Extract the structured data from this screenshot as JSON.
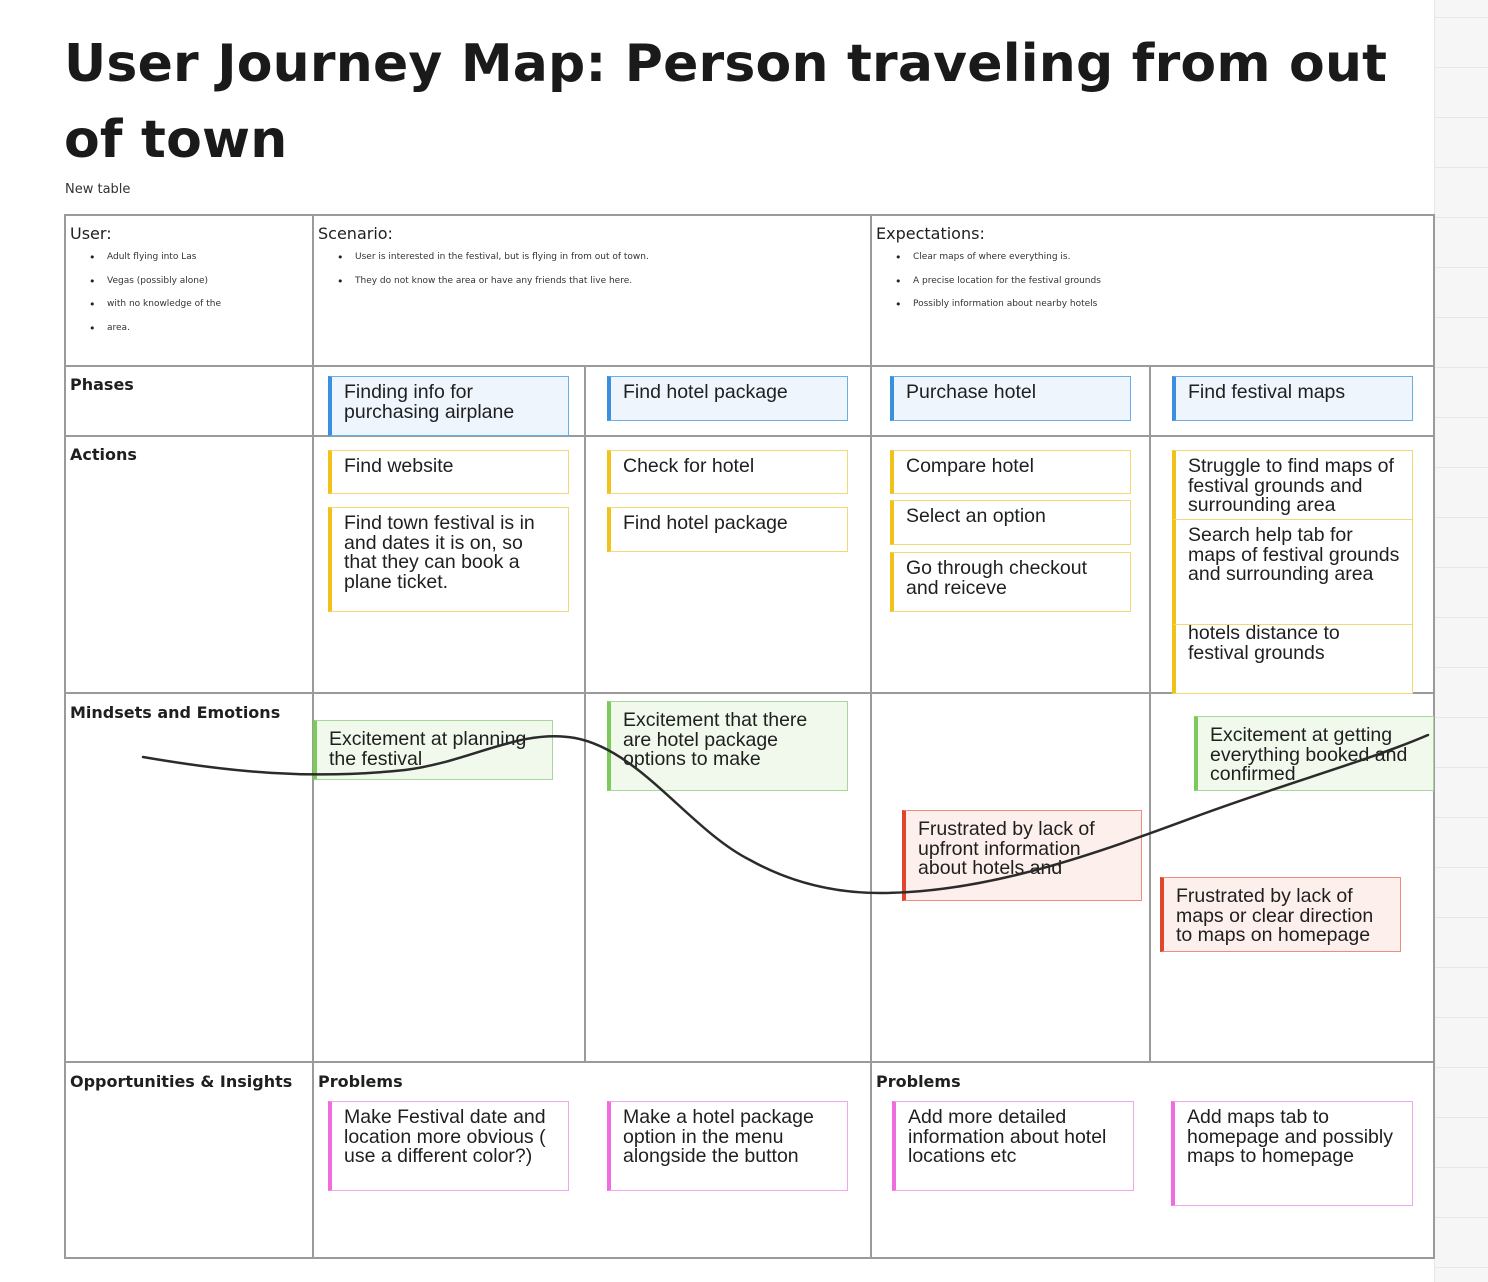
{
  "title": "User Journey Map: Person traveling  from out of town",
  "subtitle": "New table",
  "header": {
    "user": {
      "label": "User:",
      "bullets": [
        "Adult flying into Las",
        "Vegas (possibly alone)",
        "with no knowledge of the",
        "area."
      ]
    },
    "scenario": {
      "label": "Scenario:",
      "bullets": [
        "User is interested in the festival, but is flying in from out of town.",
        "They do not know the area or have any friends that live here."
      ]
    },
    "expectations": {
      "label": "Expectations:",
      "bullets": [
        "Clear maps of where everything is.",
        "A precise location for the festival grounds",
        "Possibly information about nearby hotels"
      ]
    }
  },
  "rows": {
    "phases": "Phases",
    "actions": "Actions",
    "mindsets": "Mindsets and Emotions",
    "opportunities": "Opportunities & Insights"
  },
  "phases": [
    "Finding info for purchasing airplane",
    "Find hotel package",
    "Purchase hotel",
    "Find festival maps"
  ],
  "actions": {
    "col1": [
      "Find website",
      "Find town festival is in and dates it is on, so that they can book a plane ticket."
    ],
    "col2": [
      "Check for hotel",
      "Find hotel package"
    ],
    "col3": [
      "Compare hotel",
      "Select an option",
      "Go through checkout and reiceve"
    ],
    "col4": [
      "Struggle to find maps of festival grounds and surrounding area",
      "Search help tab for maps of festival grounds and surrounding area",
      "address and search hotels distance to festival grounds"
    ]
  },
  "emotions": {
    "excitement_planning": "Excitement at planning the festival",
    "excitement_hotel": "Excitement that there are hotel package options to make",
    "excitement_booked": "Excitement at getting everything booked and confirmed",
    "frustrated_hotels": "Frustrated by lack of upfront information about hotels and",
    "frustrated_maps": "Frustrated by lack of maps or clear direction to maps on homepage"
  },
  "problems_label": "Problems",
  "problems": [
    "Make Festival date and location more obvious ( use a different color?)",
    "Make a hotel package option in the menu alongside the button",
    "Add more detailed information about hotel locations etc",
    "Add maps tab to homepage and possibly maps to homepage"
  ],
  "colors": {
    "phase": "#3a8fe0",
    "action": "#f3c21a",
    "positive": "#7ccb5a",
    "negative": "#e0452d",
    "insight": "#f06ddf",
    "emotion_curve": "#2b2b2b"
  }
}
